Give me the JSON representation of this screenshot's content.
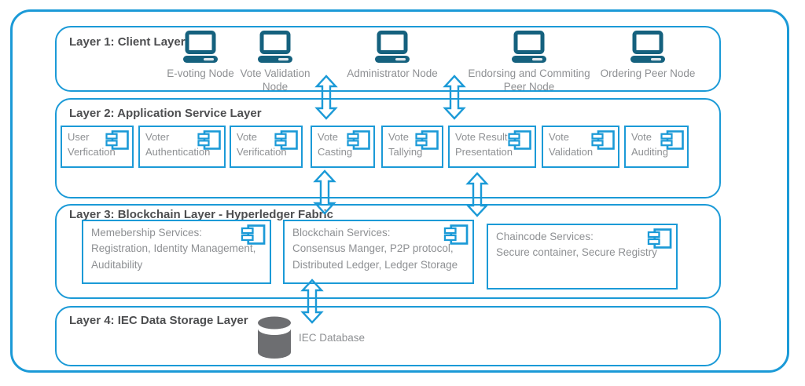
{
  "layer1": {
    "title": "Layer 1: Client Layer",
    "nodes": [
      {
        "label": "E-voting Node"
      },
      {
        "label": "Vote Validation\nNode"
      },
      {
        "label": "Administrator Node"
      },
      {
        "label": "Endorsing and Commiting\nPeer Node"
      },
      {
        "label": "Ordering Peer Node"
      }
    ]
  },
  "layer2": {
    "title": "Layer 2: Application Service Layer",
    "services": [
      {
        "label": "User\nVerfication"
      },
      {
        "label": "Voter\nAuthentication"
      },
      {
        "label": "Vote\nVerification"
      },
      {
        "label": "Vote\nCasting"
      },
      {
        "label": "Vote\nTallying"
      },
      {
        "label": "Vote Result\nPresentation"
      },
      {
        "label": "Vote\nValidation"
      },
      {
        "label": "Vote\nAuditing"
      }
    ]
  },
  "layer3": {
    "title": "Layer 3: Blockchain Layer - Hyperledger Fabric",
    "components": [
      {
        "text": "Memebership Services:\nRegistration, Identity Management,\nAuditability"
      },
      {
        "text": "Blockchain Services:\nConsensus Manger, P2P protocol,\nDistributed Ledger, Ledger Storage"
      },
      {
        "text": "Chaincode Services:\nSecure container, Secure Registry"
      }
    ]
  },
  "layer4": {
    "title": "Layer 4: IEC Data Storage Layer",
    "database_label": "IEC Database"
  },
  "icons": {
    "client_node": "computer-icon",
    "service_component": "uml-component-icon",
    "storage": "database-cylinder-icon",
    "layer_link": "double-headed-arrow-icon"
  },
  "colors": {
    "accent_blue": "#1b9ad7",
    "node_icon_teal": "#15617e",
    "label_gray": "#8e9093",
    "title_gray": "#4d4e50",
    "database_gray": "#6d6e71",
    "background": "#ffffff"
  }
}
